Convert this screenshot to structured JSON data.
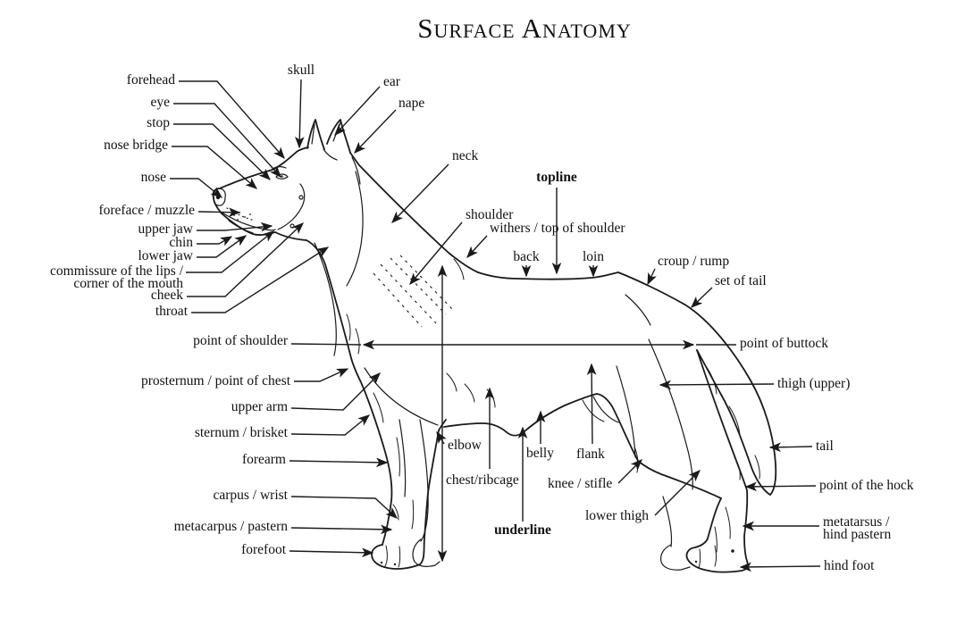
{
  "title": "Surface Anatomy",
  "colors": {
    "ink": "#1a1a1a",
    "background": "#ffffff"
  },
  "labels": {
    "forehead": "forehead",
    "eye": "eye",
    "stop": "stop",
    "nose_bridge": "nose bridge",
    "nose": "nose",
    "foreface": "foreface / muzzle",
    "upper_jaw": "upper jaw",
    "chin": "chin",
    "lower_jaw": "lower jaw",
    "commissure_1": "commissure of the lips /",
    "commissure_2": "corner of the mouth",
    "cheek": "cheek",
    "throat": "throat",
    "point_of_shoulder": "point of shoulder",
    "prosternum": "prosternum / point of chest",
    "upper_arm": "upper arm",
    "sternum": "sternum / brisket",
    "forearm": "forearm",
    "carpus": "carpus / wrist",
    "metacarpus": "metacarpus / pastern",
    "forefoot": "forefoot",
    "skull": "skull",
    "ear": "ear",
    "nape": "nape",
    "neck": "neck",
    "shoulder": "shoulder",
    "withers": "withers / top of shoulder",
    "topline": "topline",
    "back": "back",
    "loin": "loin",
    "croup": "croup / rump",
    "set_of_tail": "set of tail",
    "point_of_buttock": "point of buttock",
    "thigh_upper": "thigh (upper)",
    "tail": "tail",
    "point_of_hock": "point of the hock",
    "metatarsus_1": "metatarsus /",
    "metatarsus_2": "hind pastern",
    "hind_foot": "hind foot",
    "elbow": "elbow",
    "chest_ribcage": "chest/ribcage",
    "belly": "belly",
    "flank": "flank",
    "knee_stifle": "knee / stifle",
    "lower_thigh": "lower thigh",
    "underline": "underline"
  }
}
